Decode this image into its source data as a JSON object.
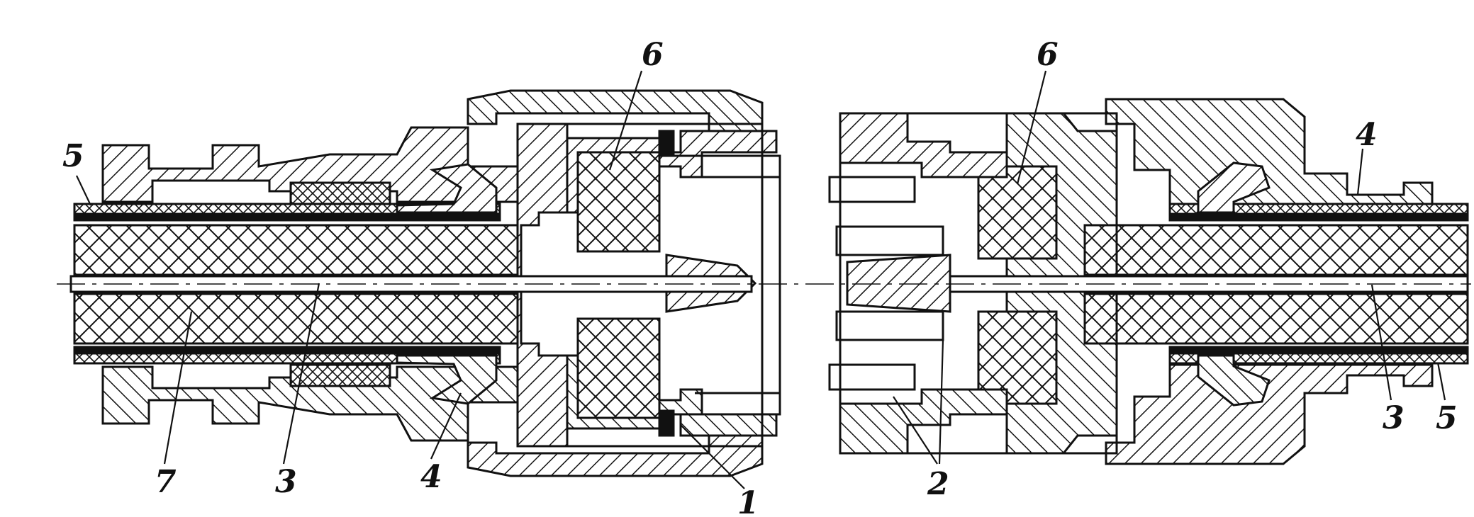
{
  "figure": {
    "colors": {
      "ink": "#111111",
      "paper": "#ffffff"
    },
    "hatching": [
      "diagonal-metal",
      "crosshatch-dielectric",
      "solid-black-shield"
    ],
    "left_connector": {
      "callouts": [
        "5",
        "6",
        "7",
        "3",
        "4",
        "1"
      ]
    },
    "right_connector": {
      "callouts": [
        "6",
        "4",
        "2",
        "3",
        "5"
      ]
    }
  }
}
